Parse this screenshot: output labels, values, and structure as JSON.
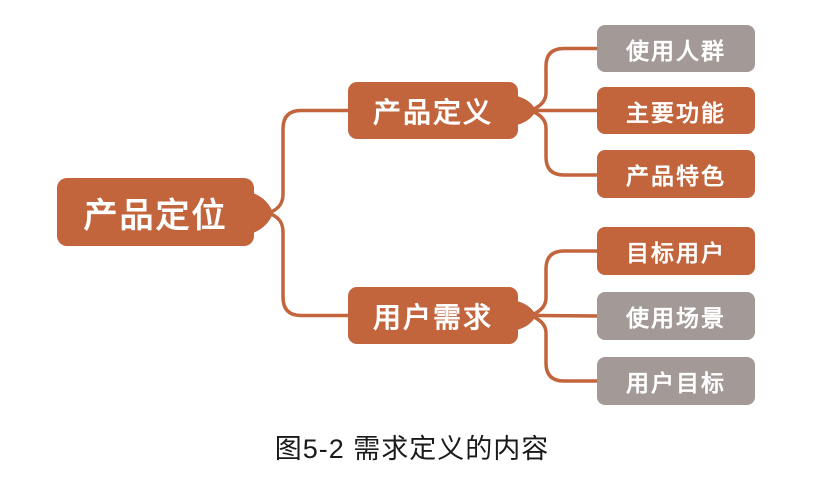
{
  "figure": {
    "caption": "图5-2 需求定义的内容"
  },
  "colors": {
    "orange": "#C2643C",
    "gray": "#A39A98",
    "connector": "#C2643C",
    "node_text": "#FFFFFF",
    "caption_text": "#1A1A1A",
    "background": "#FFFFFF"
  },
  "diagram": {
    "type": "mindmap-tree",
    "root": {
      "label": "产品定位",
      "color": "#C2643C"
    },
    "branches": [
      {
        "label": "产品定义",
        "color": "#C2643C",
        "children": [
          {
            "label": "使用人群",
            "color": "#A39A98"
          },
          {
            "label": "主要功能",
            "color": "#C2643C"
          },
          {
            "label": "产品特色",
            "color": "#C2643C"
          }
        ]
      },
      {
        "label": "用户需求",
        "color": "#C2643C",
        "children": [
          {
            "label": "目标用户",
            "color": "#C2643C"
          },
          {
            "label": "使用场景",
            "color": "#A39A98"
          },
          {
            "label": "用户目标",
            "color": "#A39A98"
          }
        ]
      }
    ]
  }
}
